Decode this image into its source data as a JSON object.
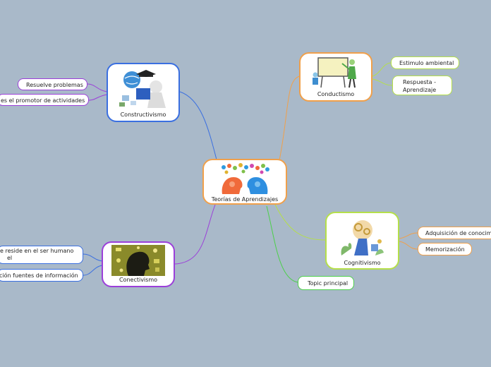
{
  "central": {
    "label": "Teorías de Aprendizajes",
    "icon": "two-heads-ideas-icon",
    "color": "#f0a04b"
  },
  "nodes": {
    "constructivismo": {
      "label": "Constructivismo",
      "icon": "computer-learning-icon",
      "color": "#3a6fe0"
    },
    "conductismo": {
      "label": "Conductismo",
      "icon": "teacher-board-icon",
      "color": "#f0a04b"
    },
    "cognitivismo": {
      "label": "Cognitivismo",
      "icon": "brain-gears-icon",
      "color": "#b5df4a"
    },
    "conectivismo": {
      "label": "Conectivismo",
      "icon": "head-network-icon",
      "color": "#9b3fd9"
    }
  },
  "leaves": {
    "resuelve": {
      "label": "Resuelve problemas",
      "color": "#9b3fd9"
    },
    "promotor": {
      "label": "es el promotor de actividades",
      "color": "#9b3fd9"
    },
    "estimulo": {
      "label": "Estimulo ambiental",
      "color": "#b5df4a"
    },
    "respuesta_1": {
      "label": "Respuesta -",
      "color": "#b5df4a"
    },
    "respuesta_2": {
      "label": "Aprendizaje"
    },
    "adquisicion": {
      "label": "Adquisición de conocimi",
      "color": "#f0a04b"
    },
    "memorizacion": {
      "label": "Memorización",
      "color": "#f0a04b"
    },
    "reside_1": {
      "label": "e reside en el ser humano",
      "color": "#3a6fe0"
    },
    "reside_2": {
      "label": "el"
    },
    "fuentes": {
      "label": "ción fuentes de información",
      "color": "#3a6fe0"
    },
    "topic": {
      "label": "Topic principal",
      "color": "#4cd04a"
    }
  }
}
